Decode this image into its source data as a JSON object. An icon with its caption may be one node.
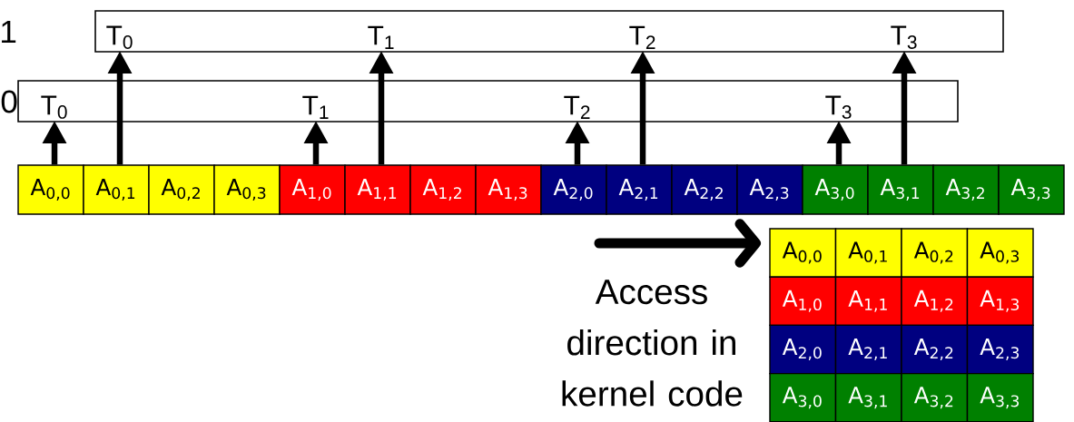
{
  "diagram": {
    "nodes": [
      {
        "text": [],
        "shape": "box"
      },
      {
        "text": [
          "T$_{0}$"
        ],
        "in": 0
      },
      {
        "text": [
          "T$_{1}$"
        ],
        "in": 0
      },
      {
        "text": [
          "T$_{2}$"
        ],
        "in": 0
      },
      {
        "text": [
          "T$_{3}$"
        ],
        "in": 0
      },
      {
        "text": [],
        "shape": "box"
      },
      {
        "text": [
          "T$_{0}$"
        ],
        "in": 5
      },
      {
        "text": [
          "T$_{1}$"
        ],
        "in": 5
      },
      {
        "text": [
          "T$_{2}$"
        ],
        "in": 5
      },
      {
        "text": [
          "T$_{3}$"
        ],
        "in": 5
      },
      {
        "text": [
          "A$_{0,0}$"
        ]
      },
      {
        "text": [
          "A$_{0,1}$"
        ]
      },
      {
        "text": [
          "A$_{0,2}$"
        ]
      },
      {
        "text": [
          "A$_{0,3}$"
        ]
      },
      {
        "text": [
          "A$_{1,0}$"
        ]
      },
      {
        "text": [
          "A$_{1,1}$"
        ]
      },
      {
        "text": [
          "A$_{1,2}$"
        ]
      },
      {
        "text": [
          "A$_{1,3}$"
        ]
      },
      {
        "text": [
          "A$_{2,0}$"
        ]
      },
      {
        "text": [
          "A$_{2,1}$"
        ]
      },
      {
        "text": [
          "A$_{2,2}$"
        ]
      },
      {
        "text": [
          "A$_{2,3}$"
        ]
      },
      {
        "text": [
          "A$_{3,0}$"
        ]
      },
      {
        "text": [
          "A$_{3,1}$"
        ]
      },
      {
        "text": [
          "A$_{3,2}$"
        ]
      },
      {
        "text": [
          "A$_{3,3}$"
        ]
      },
      {
        "text": [
          "A$_{0,0}$"
        ]
      },
      {
        "text": [
          "A$_{0,1}$"
        ]
      },
      {
        "text": [
          "A$_{0,2}$"
        ]
      },
      {
        "text": [
          "A$_{0,3}$"
        ]
      },
      {
        "text": [
          "A$_{1,0}$"
        ]
      },
      {
        "text": [
          "A$_{1,1}$"
        ]
      },
      {
        "text": [
          "A$_{1,2}$"
        ]
      },
      {
        "text": [
          "A$_{1,3}$"
        ]
      },
      {
        "text": [
          "A$_{2,0}$"
        ]
      },
      {
        "text": [
          "A$_{2,1}$"
        ]
      },
      {
        "text": [
          "A$_{2,2}$"
        ]
      },
      {
        "text": [
          "A$_{2,3}$"
        ]
      },
      {
        "text": [
          "A$_{3,0}$"
        ]
      },
      {
        "text": [
          "A$_{3,1}$"
        ]
      },
      {
        "text": [
          "A$_{3,2}$"
        ]
      },
      {
        "text": [
          "A$_{3,3}$"
        ]
      }
    ],
    "edges": [
      {
        "from": 11,
        "to": 1,
        "arrow": "to"
      },
      {
        "from": 15,
        "to": 2,
        "arrow": "to"
      },
      {
        "from": 19,
        "to": 3,
        "arrow": "to"
      },
      {
        "from": 23,
        "to": 4,
        "arrow": "to"
      },
      {
        "from": 10,
        "to": 6,
        "arrow": "to"
      },
      {
        "from": 14,
        "to": 7,
        "arrow": "to"
      },
      {
        "from": 18,
        "to": 8,
        "arrow": "to"
      },
      {
        "from": 22,
        "to": 9,
        "arrow": "to"
      }
    ],
    "labels": [
      "1",
      "0",
      "Access direction in kernel code"
    ]
  }
}
